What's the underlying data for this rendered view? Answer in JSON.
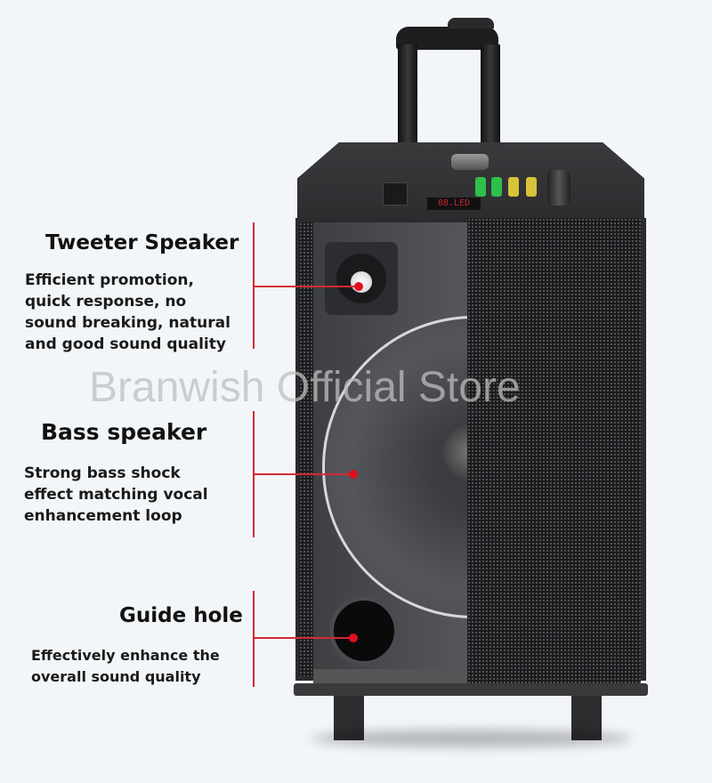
{
  "features": [
    {
      "title": "Tweeter Speaker",
      "description": "Efficient promotion,\nquick response, no\nsound breaking, natural\nand good sound quality"
    },
    {
      "title": "Bass speaker",
      "description": "Strong bass shock\neffect matching vocal\nenhancement loop"
    },
    {
      "title": "Guide hole",
      "description": "Effectively enhance the\noverall sound quality"
    }
  ],
  "watermark": "Branwish Official Store",
  "colors": {
    "background": "#f3f6f9",
    "callout_line": "#d42a34",
    "callout_dot": "#e0101c",
    "cabinet": "#2b2b2e",
    "knob_green": "#2fbf4a",
    "knob_yellow": "#d8c23a"
  },
  "panel": {
    "display": "88.LED"
  }
}
